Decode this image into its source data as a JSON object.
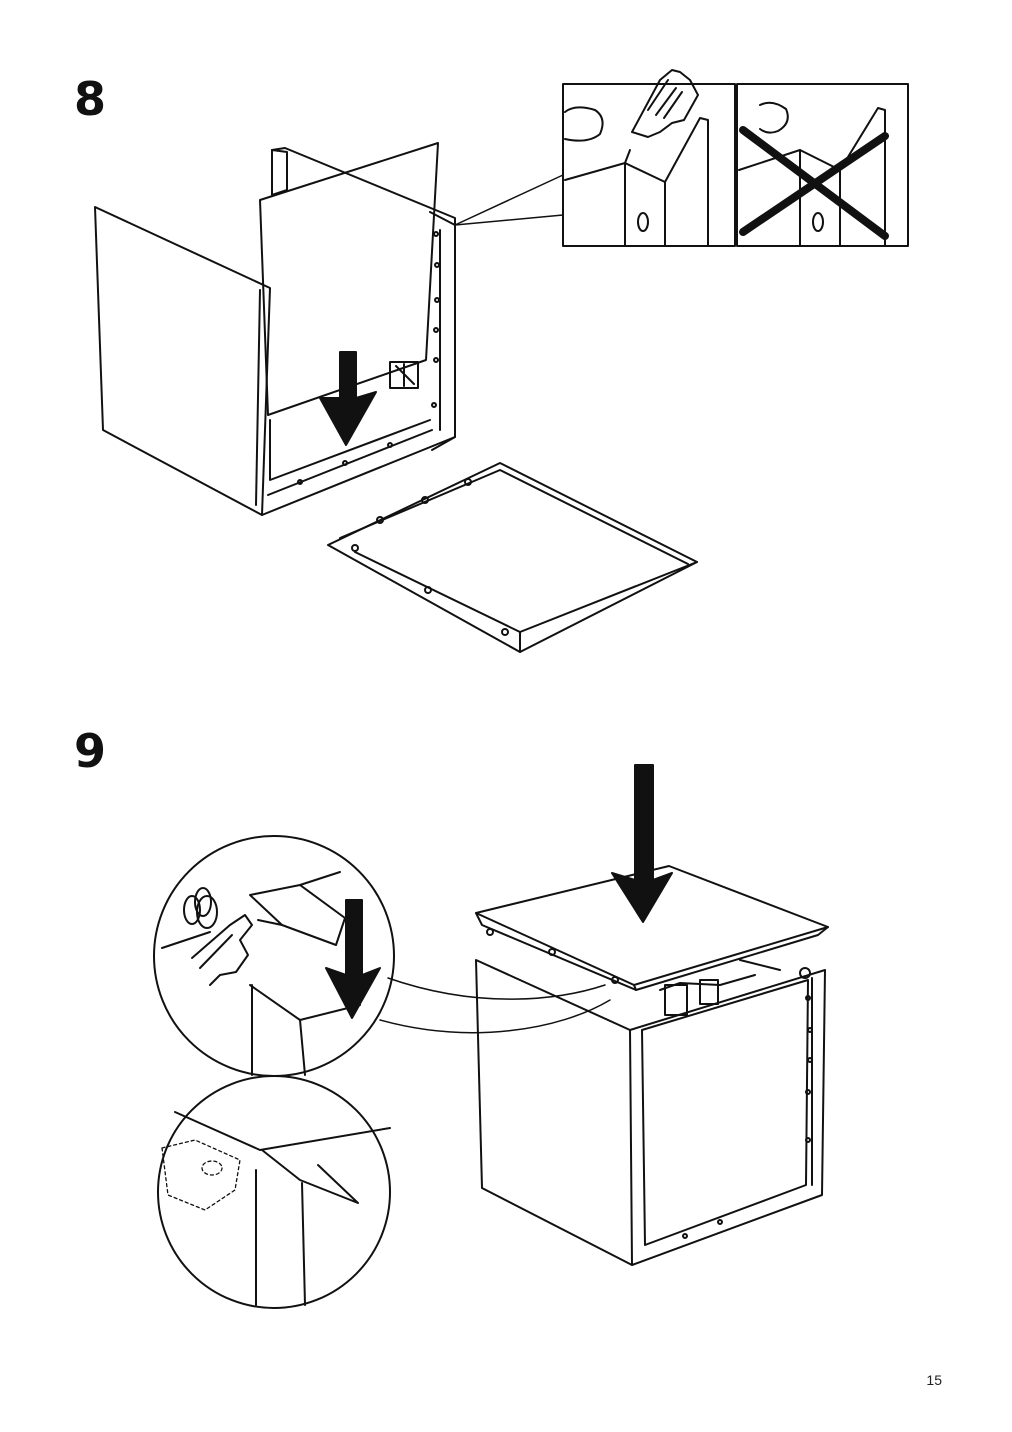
{
  "steps": [
    {
      "number": "8"
    },
    {
      "number": "9"
    }
  ],
  "page_number": "15",
  "colors": {
    "ink": "#111111",
    "paper": "#ffffff"
  },
  "illustrations": {
    "step8": [
      "cabinet-carcass",
      "back-panel",
      "base-panel",
      "down-arrow",
      "detail-correct",
      "detail-wrong",
      "hand-icon",
      "cross-icon"
    ],
    "step9": [
      "cabinet",
      "top-panel",
      "down-arrow",
      "zoom-detail-top",
      "zoom-detail-bottom",
      "hand-icon",
      "wooden-dowel"
    ]
  }
}
